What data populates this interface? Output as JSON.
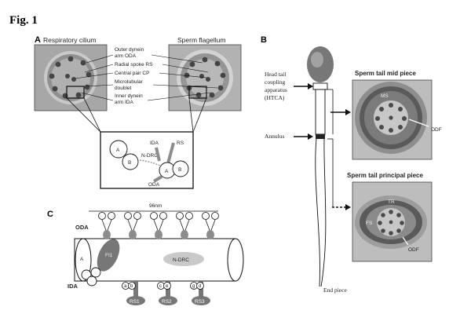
{
  "figure": {
    "title": "Fig. 1"
  },
  "panel_a": {
    "letter": "A",
    "left_title": "Respiratory cilium",
    "right_title": "Sperm flagellum",
    "labels": [
      "Outer dynein",
      "arm ODA",
      "Radial spoke RS",
      "Central pair CP",
      "Microtubular",
      "doublet",
      "Inner dynein",
      "arm IDA"
    ],
    "inset": {
      "a": "A",
      "b": "B",
      "ida": "IDA",
      "rs": "RS",
      "ndrc": "N-DRC",
      "oda": "ODA",
      "a2": "A",
      "b2": "B"
    }
  },
  "panel_b": {
    "letter": "B",
    "labels": {
      "htca_1": "Head tail",
      "htca_2": "coupling",
      "htca_3": "apparatus",
      "htca_4": "(HTCA)",
      "annulus": "Annulus",
      "end_piece": "End piece"
    },
    "mid_title": "Sperm tail mid piece",
    "principal_title": "Sperm tail principal piece",
    "mid_ms": "MS",
    "mid_odf": "ODF",
    "principal_tr": "TR",
    "principal_fs": "FS",
    "principal_odf": "ODF"
  },
  "panel_c": {
    "letter": "C",
    "scale": "96nm",
    "oda": "ODA",
    "ida": "IDA",
    "a": "A",
    "fi1": "FI1",
    "ndrc": "N-DRC",
    "spoke_letters": [
      "a",
      "b",
      "c",
      "e",
      "g",
      "d"
    ],
    "rs": [
      "RS1",
      "RS2",
      "RS3"
    ]
  },
  "colors": {
    "em_bg": "#8a8a8a",
    "em_dark": "#3a3a3a",
    "gray_feature": "#8c8c8c",
    "line": "#111111"
  }
}
